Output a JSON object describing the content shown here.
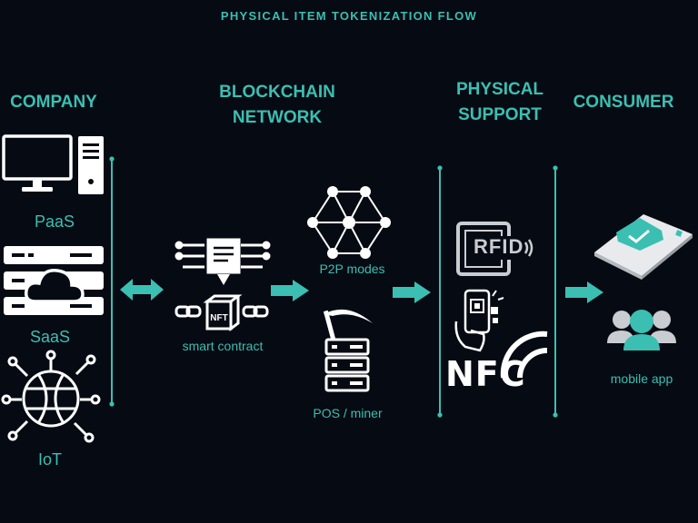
{
  "title": "PHYSICAL ITEM TOKENIZATION FLOW",
  "columns": {
    "company": {
      "heading": "COMPANY",
      "items": [
        "PaaS",
        "SaaS",
        "IoT"
      ]
    },
    "blockchain": {
      "heading_line1": "BLOCKCHAIN",
      "heading_line2": "NETWORK",
      "smart_contract": "smart contract",
      "p2p": "P2P modes",
      "pos": "POS / miner"
    },
    "physical": {
      "heading_line1": "PHYSICAL",
      "heading_line2": "SUPPORT",
      "rfid": "RFID",
      "nfc": "NFC"
    },
    "consumer": {
      "heading": "CONSUMER",
      "mobile_app": "mobile app"
    }
  },
  "icons": [
    "desktop-computer-icon",
    "server-cloud-icon",
    "iot-network-icon",
    "smart-contract-icon",
    "nft-cube-icon",
    "p2p-network-icon",
    "pickaxe-icon",
    "server-stack-icon",
    "rfid-tag-icon",
    "phone-scan-icon",
    "nfc-icon",
    "mobile-app-icon",
    "users-icon"
  ],
  "colors": {
    "background": "#050a13",
    "accent": "#3bbfb2",
    "icon": "#ffffff",
    "grey": "#c9cdd2"
  }
}
